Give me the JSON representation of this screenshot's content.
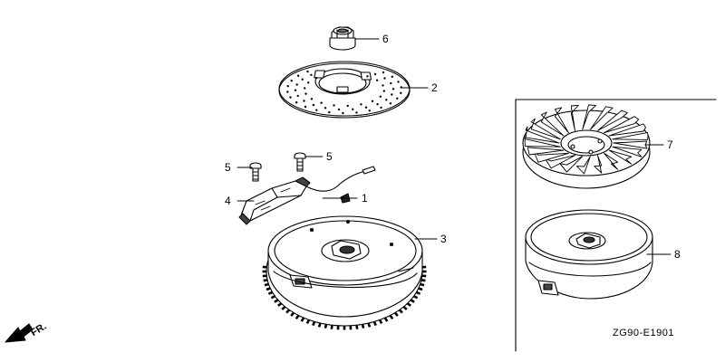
{
  "callouts": {
    "c1": "1",
    "c2": "2",
    "c3": "3",
    "c4": "4",
    "c5a": "5",
    "c5b": "5",
    "c6": "6",
    "c7": "7",
    "c8": "8"
  },
  "direction_label": "FR.",
  "diagram_code": "ZG90-E1901",
  "line_color": "#000000"
}
